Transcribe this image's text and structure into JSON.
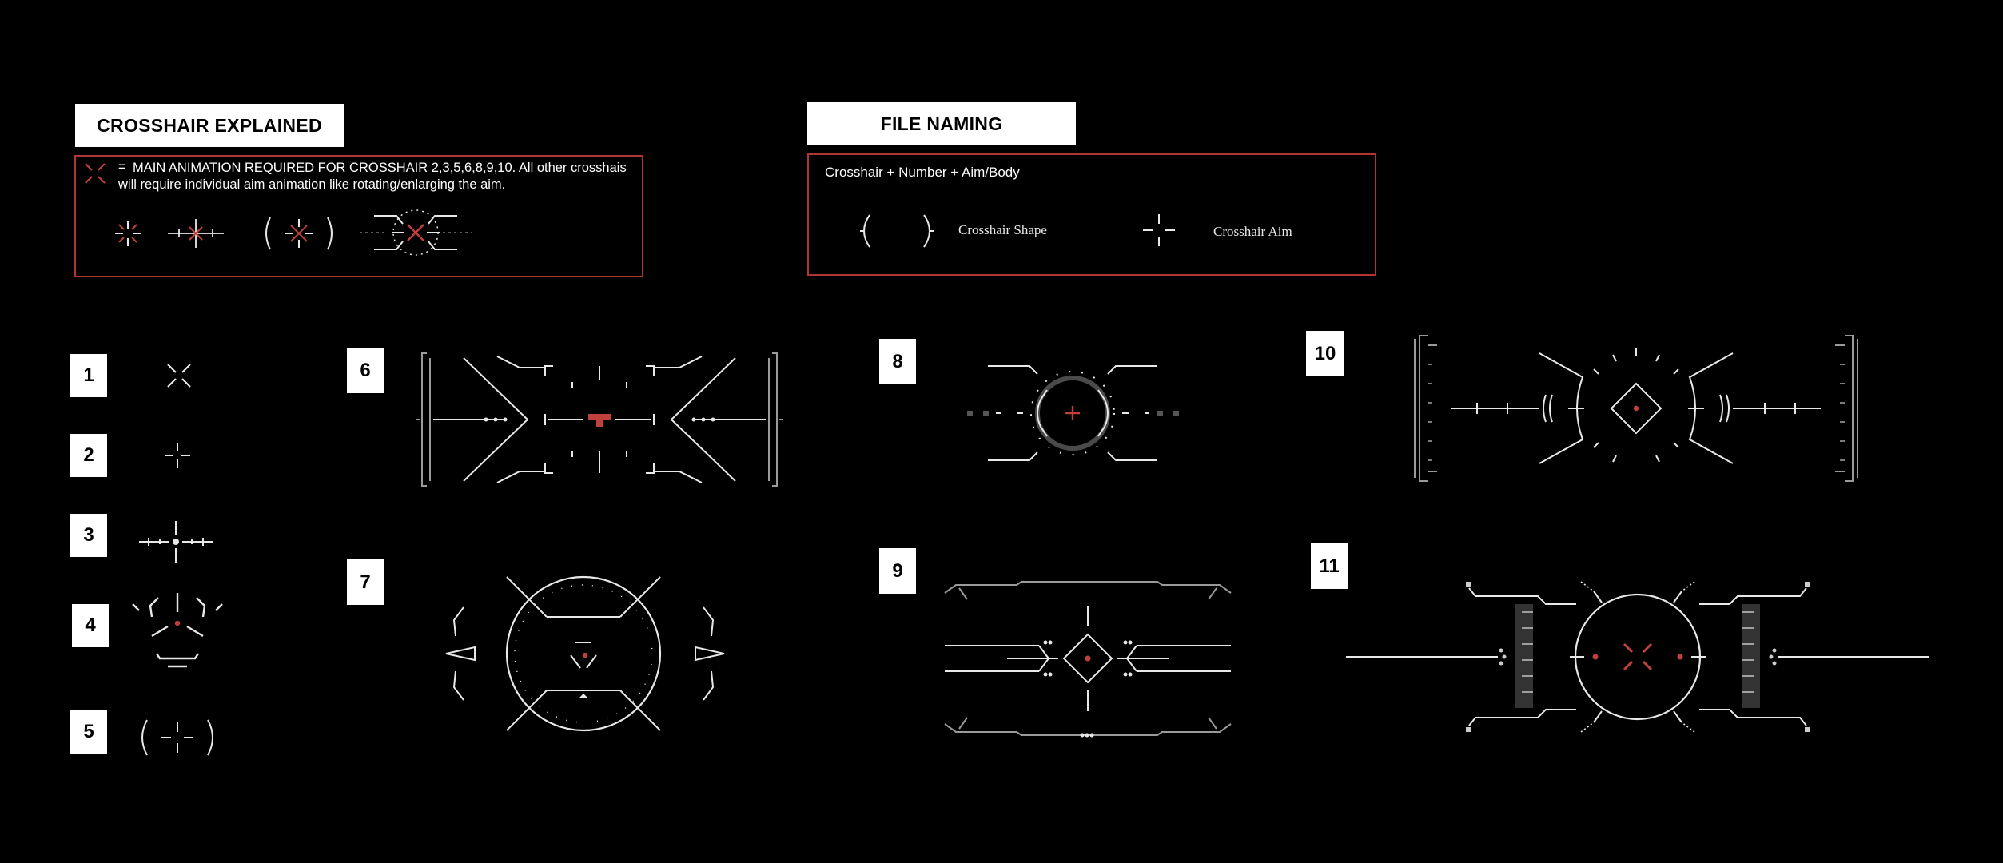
{
  "sections": {
    "explained": {
      "title": "CROSSHAIR EXPLAINED",
      "note_marker": "=",
      "note": "MAIN ANIMATION REQUIRED FOR CROSSHAIR 2,3,5,6,8,9,10. All other crosshais will require individual aim animation like rotating/enlarging the aim."
    },
    "naming": {
      "title": "FILE NAMING",
      "formula": "Crosshair + Number + Aim/Body",
      "shape_label": "Crosshair Shape",
      "aim_label": "Crosshair Aim"
    }
  },
  "crosshairs": [
    {
      "number": "1"
    },
    {
      "number": "2"
    },
    {
      "number": "3"
    },
    {
      "number": "4"
    },
    {
      "number": "5"
    },
    {
      "number": "6"
    },
    {
      "number": "7"
    },
    {
      "number": "8"
    },
    {
      "number": "9"
    },
    {
      "number": "10"
    },
    {
      "number": "11"
    }
  ],
  "colors": {
    "background": "#000000",
    "line": "#e8e8e8",
    "accent_red": "#c0403c",
    "box_border": "#b23535"
  }
}
